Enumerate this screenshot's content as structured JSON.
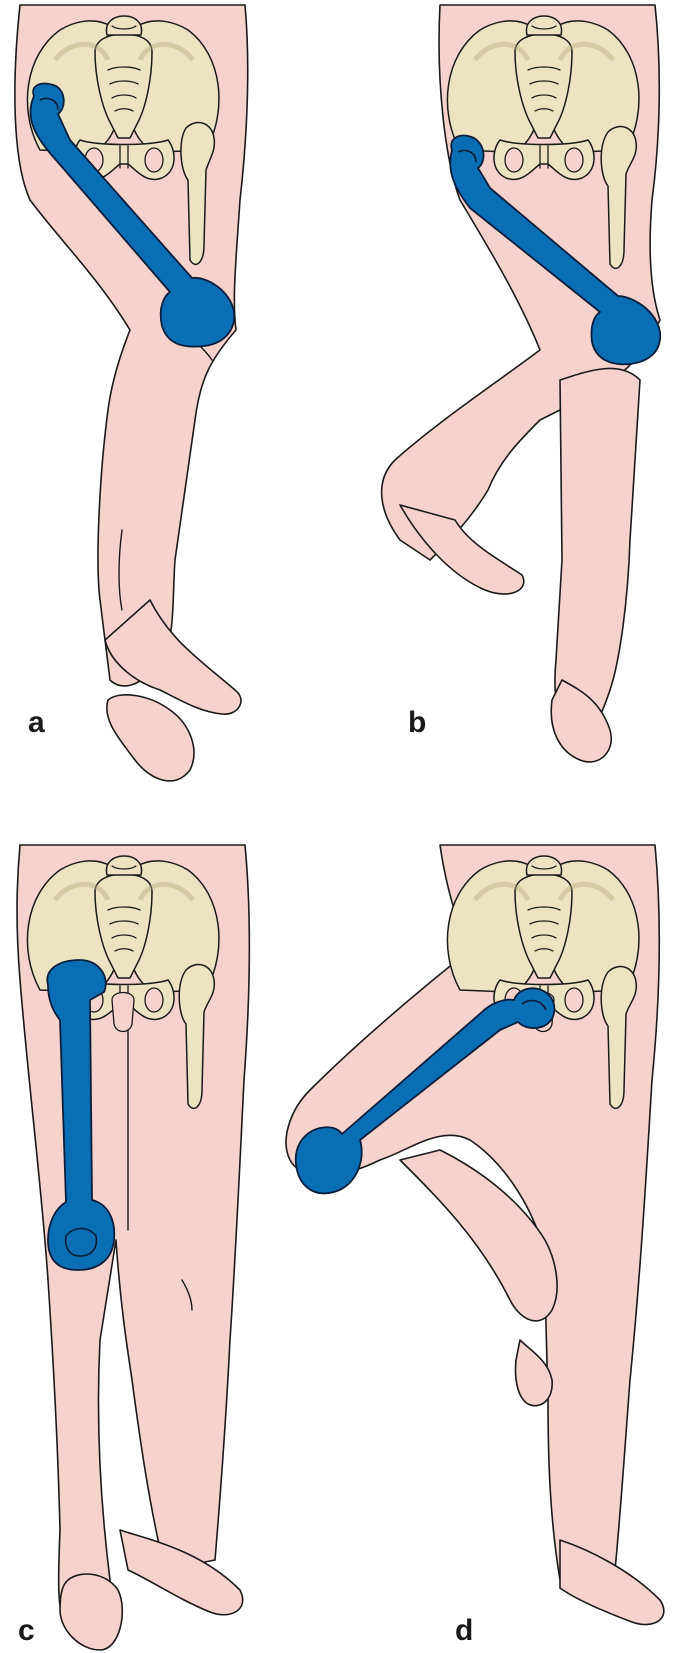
{
  "figure": {
    "colors": {
      "skin": "#f6d2cc",
      "bone": "#ede3c3",
      "dislocated_femur": "#0a6eb4",
      "outline": "#1a1a1a"
    },
    "panels": [
      {
        "id": "a",
        "label": "a"
      },
      {
        "id": "b",
        "label": "b"
      },
      {
        "id": "c",
        "label": "c"
      },
      {
        "id": "d",
        "label": "d"
      }
    ]
  }
}
